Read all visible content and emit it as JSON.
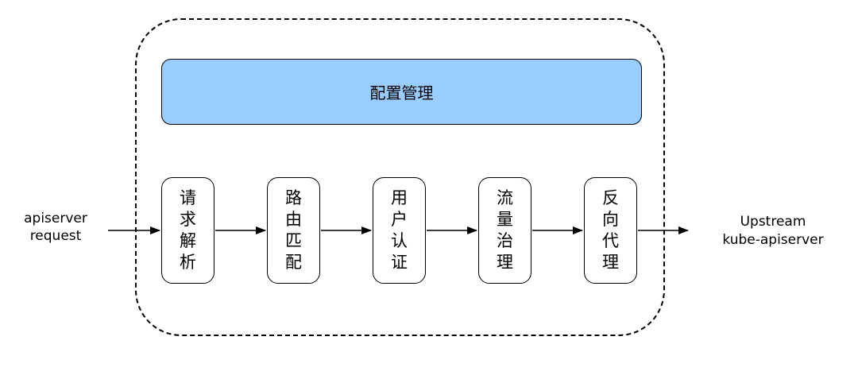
{
  "diagram": {
    "source": {
      "lines": [
        "apiserver",
        "request"
      ]
    },
    "target": {
      "lines": [
        "Upstream",
        "kube-apiserver"
      ]
    },
    "config_management": {
      "label": "配置管理",
      "fill": "#99CCFF"
    },
    "stages": [
      {
        "label": "请求解析"
      },
      {
        "label": "路由匹配"
      },
      {
        "label": "用户认证"
      },
      {
        "label": "流量治理"
      },
      {
        "label": "反向代理"
      }
    ],
    "colors": {
      "background": "#FFFFFF",
      "stroke": "#000000",
      "config_box_fill": "#99CCFF"
    }
  }
}
